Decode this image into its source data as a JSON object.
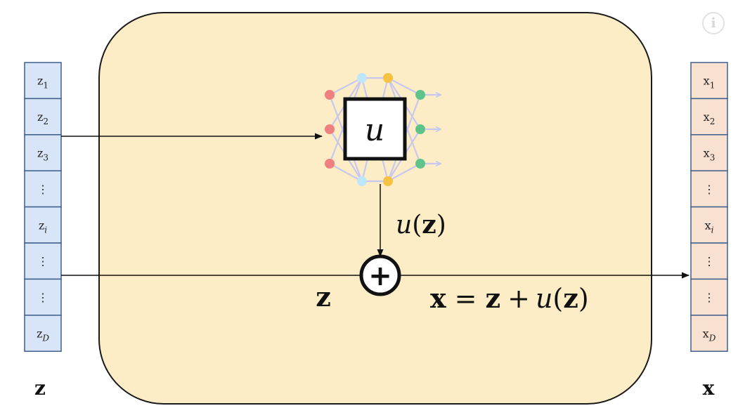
{
  "colors": {
    "panel_fill": "#fcedc6",
    "panel_stroke": "#1a1a1a",
    "z_cell_fill": "#d8e4f7",
    "z_cell_stroke": "#3f5f8c",
    "x_cell_fill": "#f9e1d2",
    "x_cell_stroke": "#3f5f8c",
    "net_red": "#f08080",
    "net_blue": "#bfe6f8",
    "net_yellow": "#f5c242",
    "net_green": "#5fc48a",
    "net_edges": "#c8c8ee"
  },
  "info_icon": {
    "name": "info-icon",
    "glyph": "i"
  },
  "z_vector": {
    "label": "z",
    "cells": [
      {
        "base": "z",
        "sub": "1"
      },
      {
        "base": "z",
        "sub": "2"
      },
      {
        "base": "z",
        "sub": "3"
      },
      {
        "base": "⋮",
        "sub": ""
      },
      {
        "base": "z",
        "sub": "i"
      },
      {
        "base": "⋮",
        "sub": ""
      },
      {
        "base": "⋮",
        "sub": ""
      },
      {
        "base": "z",
        "sub": "D"
      }
    ]
  },
  "x_vector": {
    "label": "x",
    "cells": [
      {
        "base": "x",
        "sub": "1"
      },
      {
        "base": "x",
        "sub": "2"
      },
      {
        "base": "x",
        "sub": "3"
      },
      {
        "base": "⋮",
        "sub": ""
      },
      {
        "base": "x",
        "sub": "i"
      },
      {
        "base": "⋮",
        "sub": ""
      },
      {
        "base": "⋮",
        "sub": ""
      },
      {
        "base": "x",
        "sub": "D"
      }
    ]
  },
  "network_box": {
    "label": "u"
  },
  "arrow_label": {
    "fn": "u",
    "arg": "z"
  },
  "plus_node": {
    "glyph": "+"
  },
  "skip_label": "z",
  "output_equation": {
    "lhs": "x",
    "eq": "=",
    "term1": "z",
    "plus": "+",
    "fn": "u",
    "arg": "z"
  }
}
